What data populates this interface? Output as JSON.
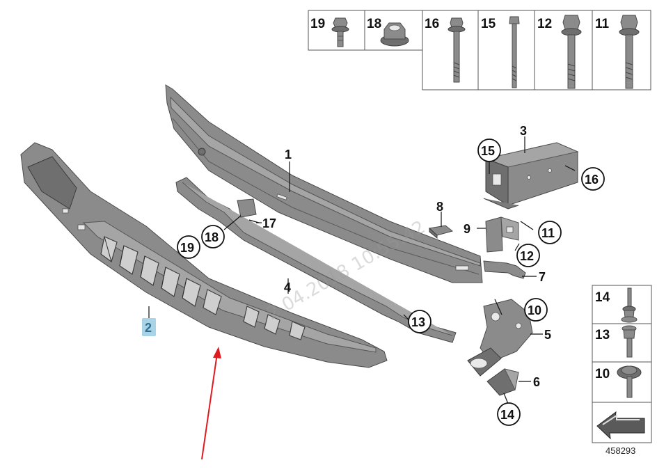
{
  "diagram": {
    "hardware_labels": [
      "19",
      "18",
      "16",
      "15",
      "12",
      "11"
    ],
    "side_labels": [
      "14",
      "13",
      "10"
    ],
    "reference_number": "458293",
    "watermark": "2 04.2018 10:55:42",
    "callouts": {
      "c1": "1",
      "c2": "2",
      "c3": "3",
      "c4": "4",
      "c5": "5",
      "c6": "6",
      "c7": "7",
      "c8": "8",
      "c9": "9",
      "c10": "10",
      "c11": "11",
      "c12": "12",
      "c13": "13",
      "c14": "14",
      "c15": "15",
      "c16": "16",
      "c17": "17",
      "c18": "18",
      "c19": "19"
    },
    "highlight_color": "#a9d3e6",
    "arrow_color": "#e0191f"
  }
}
